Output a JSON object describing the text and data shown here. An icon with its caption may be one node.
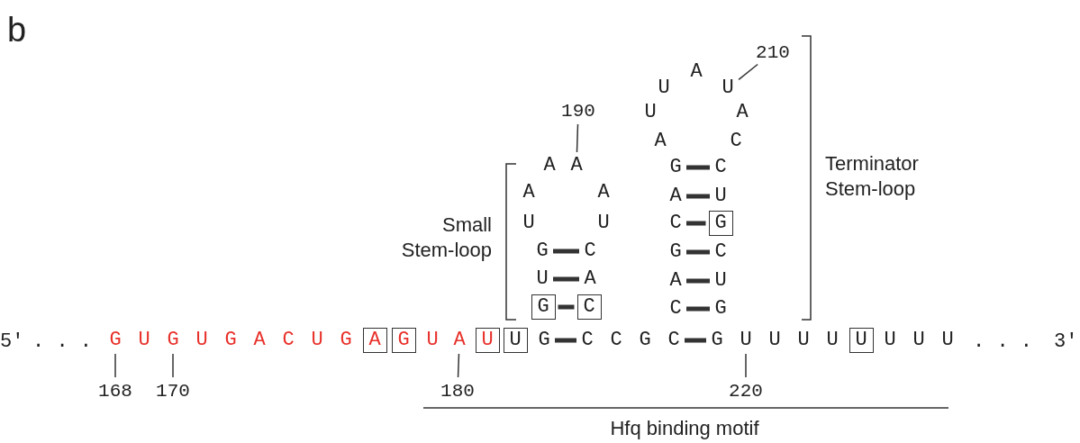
{
  "diagram": {
    "nodes": [
      {
        "text": [
          "G"
        ]
      },
      {
        "text": [
          "U"
        ]
      },
      {
        "text": [
          "G"
        ]
      },
      {
        "text": [
          "U"
        ]
      },
      {
        "text": [
          "G"
        ]
      },
      {
        "text": [
          "A"
        ]
      },
      {
        "text": [
          "C"
        ]
      },
      {
        "text": [
          "U"
        ]
      },
      {
        "text": [
          "G"
        ]
      },
      {
        "text": [
          "A"
        ]
      },
      {
        "text": [
          "G"
        ]
      },
      {
        "text": [
          "U"
        ]
      },
      {
        "text": [
          "A"
        ]
      },
      {
        "text": [
          "U"
        ]
      },
      {
        "text": [
          "U"
        ]
      },
      {
        "text": [
          "G"
        ]
      },
      {
        "text": [
          "G"
        ]
      },
      {
        "text": [
          "U"
        ]
      },
      {
        "text": [
          "G"
        ]
      },
      {
        "text": [
          "U"
        ]
      },
      {
        "text": [
          "A"
        ]
      },
      {
        "text": [
          "A"
        ]
      },
      {
        "text": [
          "A"
        ]
      },
      {
        "text": [
          "A"
        ]
      },
      {
        "text": [
          "U"
        ]
      },
      {
        "text": [
          "C"
        ]
      },
      {
        "text": [
          "A"
        ]
      },
      {
        "text": [
          "C"
        ]
      },
      {
        "text": [
          "C"
        ]
      },
      {
        "text": [
          "C"
        ]
      },
      {
        "text": [
          "G"
        ]
      },
      {
        "text": [
          "C"
        ]
      },
      {
        "text": [
          "C"
        ]
      },
      {
        "text": [
          "A"
        ]
      },
      {
        "text": [
          "G"
        ]
      },
      {
        "text": [
          "C"
        ]
      },
      {
        "text": [
          "A"
        ]
      },
      {
        "text": [
          "G"
        ]
      },
      {
        "text": [
          "A"
        ]
      },
      {
        "text": [
          "U"
        ]
      },
      {
        "text": [
          "U"
        ]
      },
      {
        "text": [
          "A"
        ]
      },
      {
        "text": [
          "U"
        ]
      },
      {
        "text": [
          "A"
        ]
      },
      {
        "text": [
          "C"
        ]
      },
      {
        "text": [
          "C"
        ]
      },
      {
        "text": [
          "U"
        ]
      },
      {
        "text": [
          "G"
        ]
      },
      {
        "text": [
          "C"
        ]
      },
      {
        "text": [
          "U"
        ]
      },
      {
        "text": [
          "G"
        ]
      },
      {
        "text": [
          "G"
        ]
      },
      {
        "text": [
          "U"
        ]
      },
      {
        "text": [
          "U"
        ]
      },
      {
        "text": [
          "U"
        ]
      },
      {
        "text": [
          "U"
        ]
      },
      {
        "text": [
          "U"
        ]
      },
      {
        "text": [
          "U"
        ]
      },
      {
        "text": [
          "U"
        ]
      },
      {
        "text": [
          "U"
        ]
      },
      {
        "text": [
          "168"
        ]
      },
      {
        "text": [
          "170"
        ]
      },
      {
        "text": [
          "180"
        ]
      },
      {
        "text": [
          "190"
        ]
      },
      {
        "text": [
          "210"
        ]
      },
      {
        "text": [
          "220"
        ]
      }
    ],
    "edges": [
      {
        "from": 15,
        "to": 28,
        "arrow": "none"
      },
      {
        "from": 16,
        "to": 27,
        "arrow": "none"
      },
      {
        "from": 17,
        "to": 26,
        "arrow": "none"
      },
      {
        "from": 18,
        "to": 25,
        "arrow": "none"
      },
      {
        "from": 31,
        "to": 51,
        "arrow": "none"
      },
      {
        "from": 32,
        "to": 50,
        "arrow": "none"
      },
      {
        "from": 33,
        "to": 49,
        "arrow": "none"
      },
      {
        "from": 34,
        "to": 48,
        "arrow": "none"
      },
      {
        "from": 35,
        "to": 47,
        "arrow": "none"
      },
      {
        "from": 36,
        "to": 46,
        "arrow": "none"
      },
      {
        "from": 37,
        "to": 45,
        "arrow": "none"
      },
      {
        "from": 60,
        "to": 0,
        "arrow": "none"
      },
      {
        "from": 61,
        "to": 2,
        "arrow": "none"
      },
      {
        "from": 62,
        "to": 12,
        "arrow": "none"
      },
      {
        "from": 63,
        "to": 22,
        "arrow": "none"
      },
      {
        "from": 64,
        "to": 42,
        "arrow": "none"
      },
      {
        "from": 65,
        "to": 52,
        "arrow": "none"
      }
    ],
    "labels": [
      "b",
      "Small Stem-loop",
      "Terminator Stem-loop",
      "5′",
      ". . .",
      ". . .",
      "3′",
      "Hfq binding motif"
    ]
  }
}
